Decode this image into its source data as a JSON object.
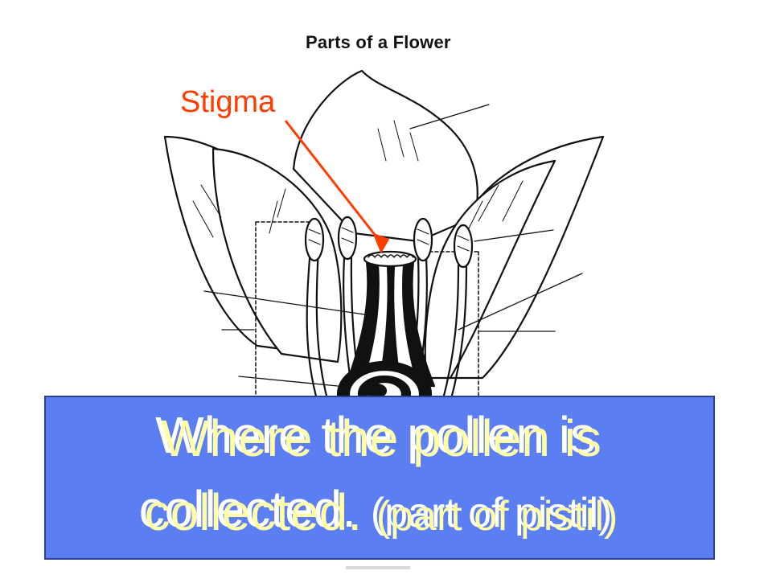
{
  "diagram": {
    "title": "Parts of a Flower",
    "highlight_label": "Stigma",
    "highlight_color": "#ff3d00"
  },
  "caption": {
    "line1": "Where the pollen is",
    "line2_main": "collected.",
    "line2_paren": "(part of pistil)",
    "box_color": "#5b7ff2",
    "text_color": "#ffffa6"
  }
}
